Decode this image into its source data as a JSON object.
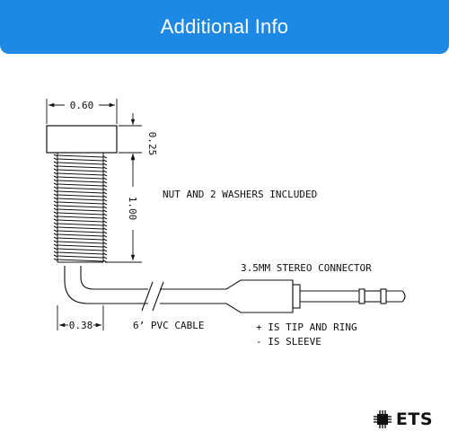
{
  "header": {
    "title": "Additional Info"
  },
  "dimensions": {
    "nut_width": "0.60",
    "nut_height": "0.25",
    "thread_length": "1.00",
    "thread_diameter": "0.38"
  },
  "notes": {
    "hardware": "NUT AND 2 WASHERS INCLUDED",
    "connector": "3.5MM STEREO CONNECTOR",
    "cable": "6’ PVC CABLE",
    "polarity_plus": "+ IS TIP AND RING",
    "polarity_minus": "- IS SLEEVE"
  },
  "brand": {
    "name": "ETS",
    "color": "#111111"
  },
  "colors": {
    "banner": "#1e88e5",
    "line": "#111111"
  }
}
